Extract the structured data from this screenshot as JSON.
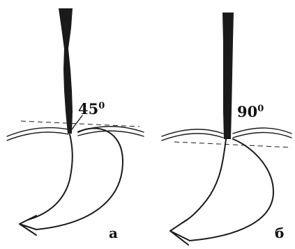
{
  "panels": [
    {
      "label": "а",
      "angle_value": "45",
      "angle_degree_mark": "0"
    },
    {
      "label": "б",
      "angle_value": "90",
      "angle_degree_mark": "0"
    }
  ]
}
